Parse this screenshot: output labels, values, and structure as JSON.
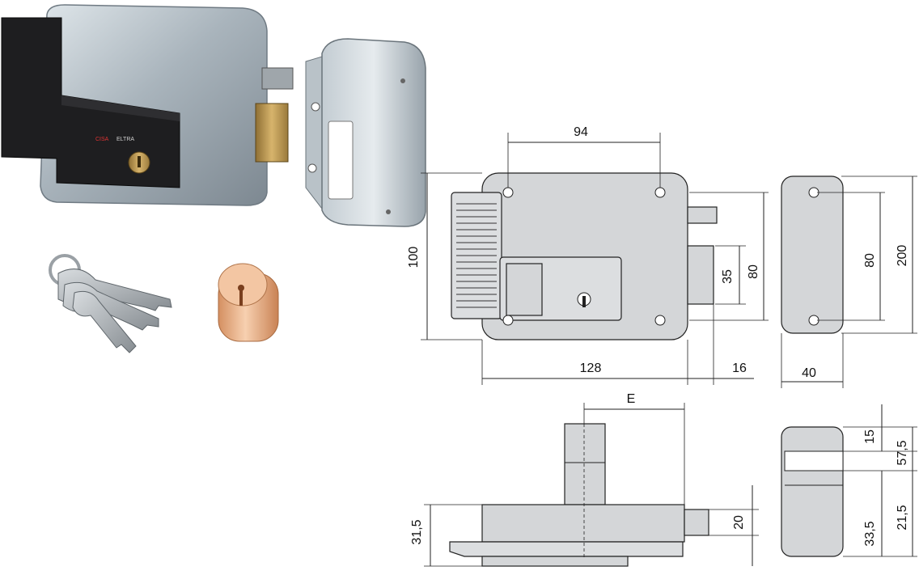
{
  "colors": {
    "body_metal": "#a9b4bc",
    "cover_black": "#1e1e20",
    "brass": "#c9a45a",
    "copper": "#e9b48a",
    "drawing_fill": "#d4d6d8"
  },
  "product": {
    "brand_text": "CISA",
    "model_text": "ELTRA"
  },
  "dimensions": {
    "front_top_width": "94",
    "front_height_total": "100",
    "bolt_height": "35",
    "case_height": "80",
    "body_width": "128",
    "bolt_projection": "16",
    "keeper_height_inner": "80",
    "keeper_height_total": "200",
    "keeper_width": "40",
    "backset": "E",
    "side_height": "31,5",
    "bolt_side": "20",
    "k_top": "15",
    "k_mid": "57,5",
    "k_lower": "33,5",
    "k_bottom": "21,5"
  }
}
